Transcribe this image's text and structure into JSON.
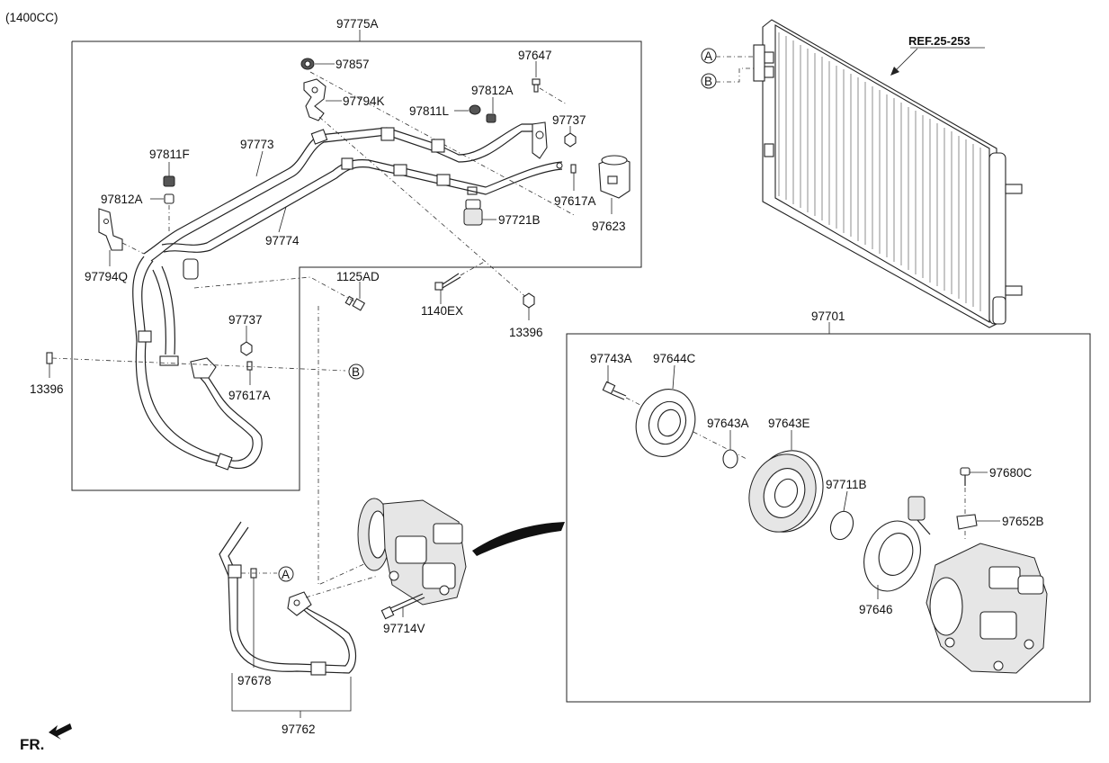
{
  "engine_label": "(1400CC)",
  "ref_label": "REF.25-253",
  "front_label": "FR.",
  "callout_letters": [
    "A",
    "B"
  ],
  "part_numbers": {
    "p97775A": "97775A",
    "p97857": "97857",
    "p97647": "97647",
    "p97794K": "97794K",
    "p97812A_top": "97812A",
    "p97811L": "97811L",
    "p97737_top": "97737",
    "p97811F": "97811F",
    "p97773": "97773",
    "p97812A_left": "97812A",
    "p97617A_top": "97617A",
    "p97721B": "97721B",
    "p97623": "97623",
    "p97774": "97774",
    "p97794Q": "97794Q",
    "p1125AD": "1125AD",
    "p1140EX": "1140EX",
    "p13396_mid": "13396",
    "p97737_mid": "97737",
    "p13396_left": "13396",
    "p97617A_mid": "97617A",
    "p97701": "97701",
    "p97743A": "97743A",
    "p97644C": "97644C",
    "p97643A": "97643A",
    "p97643E": "97643E",
    "p97711B": "97711B",
    "p97680C": "97680C",
    "p97652B": "97652B",
    "p97646": "97646",
    "p97714V": "97714V",
    "p97678": "97678",
    "p97762": "97762"
  }
}
